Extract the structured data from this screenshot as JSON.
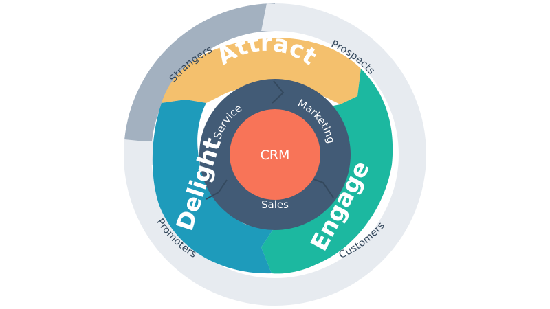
{
  "outer_ring": {
    "top_left": "Strangers",
    "top_right": "Prospects",
    "bottom_right": "Customers",
    "bottom_left": "Promoters"
  },
  "stages": {
    "attract": "Attract",
    "engage": "Engage",
    "delight": "Delight"
  },
  "teams": {
    "service": "Service",
    "marketing": "Marketing",
    "sales": "Sales"
  },
  "core": "CRM",
  "colors": {
    "outer_ring_dark": "#a3b1c0",
    "outer_ring_light": "#e7ebf0",
    "attract": "#f4c06d",
    "engage": "#1cb8a0",
    "delight": "#1e9bbb",
    "inner_ring": "#425b76",
    "core": "#f87458"
  }
}
